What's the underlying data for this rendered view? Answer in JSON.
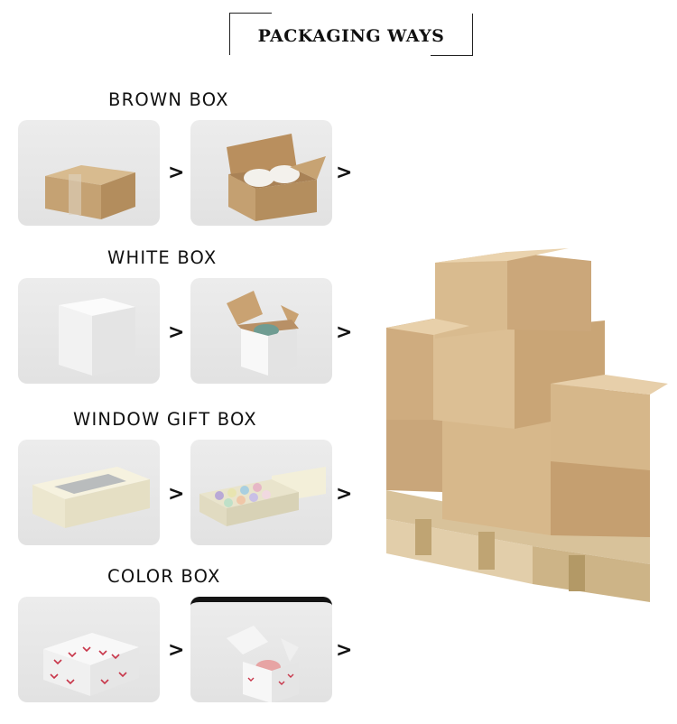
{
  "header": {
    "title": "PACKAGING  WAYS"
  },
  "sections": [
    {
      "title": "BROWN BOX",
      "arrow1": ">",
      "arrow2": ">"
    },
    {
      "title": "WHITE BOX",
      "arrow1": ">",
      "arrow2": ">"
    },
    {
      "title": "WINDOW GIFT BOX",
      "arrow1": ">",
      "arrow2": ">"
    },
    {
      "title": "COLOR BOX",
      "arrow1": ">",
      "arrow2": ">"
    }
  ],
  "images": {
    "brown_closed": "brown-box-closed-photo",
    "brown_open": "brown-box-open-with-mugs-photo",
    "white_closed": "white-box-closed-photo",
    "white_open": "white-box-open-with-mug-photo",
    "window_closed": "window-gift-box-closed-photo",
    "window_open": "window-gift-box-open-with-mugs-photo",
    "color_closed": "color-box-closed-photo",
    "color_open": "color-box-open-with-mug-photo",
    "pallet": "pallet-of-cartons-photo"
  },
  "colors": {
    "kraft": "#c9a77a",
    "tile_bg": "#e6e6e6",
    "text": "#111111"
  }
}
